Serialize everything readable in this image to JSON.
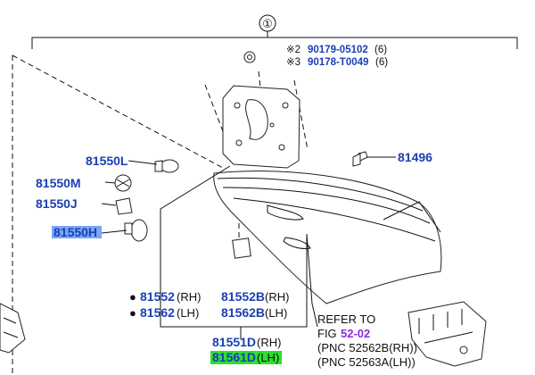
{
  "group": {
    "number": "①"
  },
  "bolts": {
    "line1": {
      "mark": "※2",
      "part": "90179-05102",
      "qty": "(6)"
    },
    "line2": {
      "mark": "※3",
      "part": "90178-T0049",
      "qty": "(6)"
    }
  },
  "labels": {
    "p81496": "81496",
    "p81550L": "81550L",
    "p81550M": "81550M",
    "p81550J": "81550J",
    "p81550H": "81550H",
    "p81552": "81552",
    "p81562": "81562",
    "rh": "(RH)",
    "lh": "(LH)",
    "p81552B": "81552B",
    "p81562B": "81562B",
    "p81551D": "81551D",
    "p81561D": "81561D",
    "bullet": "●"
  },
  "refer": {
    "line1": "REFER TO",
    "fig_prefix": "FIG ",
    "fig_ref": "52-02",
    "pnc1": "(PNC 52562B(RH))",
    "pnc2": "(PNC 52563A(LH))"
  },
  "colors": {
    "part_number": "#1a3fb5",
    "highlight_blue": "#7aa7f5",
    "highlight_green": "#2ee02e",
    "fig_link": "#8a2be2"
  }
}
